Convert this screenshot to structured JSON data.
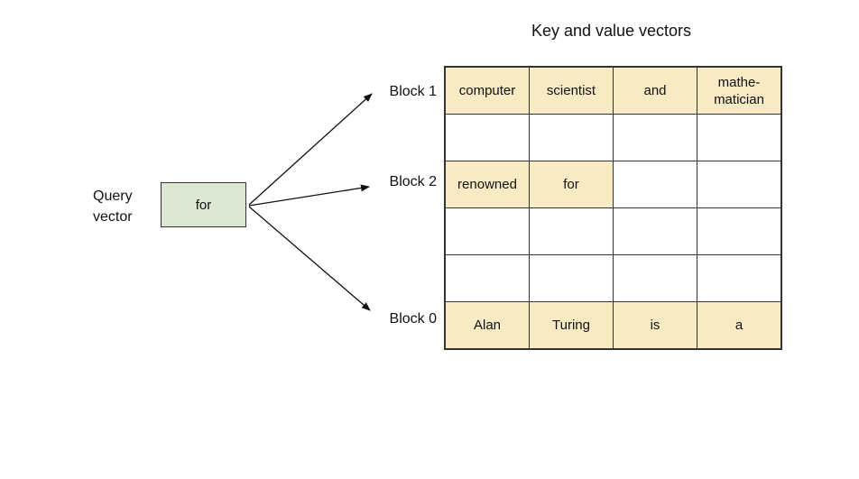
{
  "title": "Key and value vectors",
  "query": {
    "label": "Query\nvector",
    "box_value": "for"
  },
  "blocks": [
    {
      "label": "Block 1"
    },
    {
      "label": "Block 2"
    },
    {
      "label": "Block 0"
    }
  ],
  "table": {
    "rows": [
      {
        "cells": [
          {
            "text": "computer",
            "filled": true
          },
          {
            "text": "scientist",
            "filled": true
          },
          {
            "text": "and",
            "filled": true
          },
          {
            "text": "mathe-\nmatician",
            "filled": true
          }
        ]
      },
      {
        "cells": [
          {
            "text": "",
            "filled": false
          },
          {
            "text": "",
            "filled": false
          },
          {
            "text": "",
            "filled": false
          },
          {
            "text": "",
            "filled": false
          }
        ]
      },
      {
        "cells": [
          {
            "text": "renowned",
            "filled": true
          },
          {
            "text": "for",
            "filled": true
          },
          {
            "text": "",
            "filled": false
          },
          {
            "text": "",
            "filled": false
          }
        ]
      },
      {
        "cells": [
          {
            "text": "",
            "filled": false
          },
          {
            "text": "",
            "filled": false
          },
          {
            "text": "",
            "filled": false
          },
          {
            "text": "",
            "filled": false
          }
        ]
      },
      {
        "cells": [
          {
            "text": "",
            "filled": false
          },
          {
            "text": "",
            "filled": false
          },
          {
            "text": "",
            "filled": false
          },
          {
            "text": "",
            "filled": false
          }
        ]
      },
      {
        "cells": [
          {
            "text": "Alan",
            "filled": true
          },
          {
            "text": "Turing",
            "filled": true
          },
          {
            "text": "is",
            "filled": true
          },
          {
            "text": "a",
            "filled": true
          }
        ]
      }
    ]
  },
  "colors": {
    "cell_highlight": "#f8eac2",
    "query_box": "#dce8d4",
    "border": "#333333"
  }
}
